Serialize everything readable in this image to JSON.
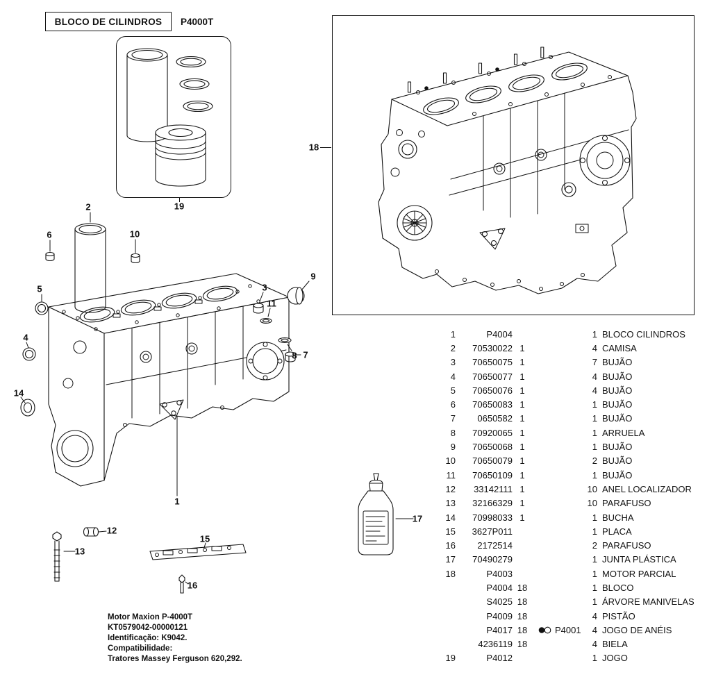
{
  "header": {
    "title": "BLOCO DE CILINDROS",
    "code": "P4000T"
  },
  "callouts": {
    "c1": "1",
    "c2": "2",
    "c3": "3",
    "c4": "4",
    "c5": "5",
    "c6": "6",
    "c7": "7",
    "c8": "8",
    "c9": "9",
    "c10": "10",
    "c11": "11",
    "c12": "12",
    "c13": "13",
    "c14": "14",
    "c15": "15",
    "c16": "16",
    "c17": "17",
    "c18": "18",
    "c19": "19"
  },
  "parts_table": {
    "rows": [
      {
        "item": "1",
        "part": "P4004",
        "ref": "",
        "extra": "",
        "icon": false,
        "qty": "1",
        "desc": "BLOCO CILINDROS"
      },
      {
        "item": "2",
        "part": "70530022",
        "ref": "1",
        "extra": "",
        "icon": false,
        "qty": "4",
        "desc": "CAMISA"
      },
      {
        "item": "3",
        "part": "70650075",
        "ref": "1",
        "extra": "",
        "icon": false,
        "qty": "7",
        "desc": "BUJÃO"
      },
      {
        "item": "4",
        "part": "70650077",
        "ref": "1",
        "extra": "",
        "icon": false,
        "qty": "4",
        "desc": "BUJÃO"
      },
      {
        "item": "5",
        "part": "70650076",
        "ref": "1",
        "extra": "",
        "icon": false,
        "qty": "4",
        "desc": "BUJÃO"
      },
      {
        "item": "6",
        "part": "70650083",
        "ref": "1",
        "extra": "",
        "icon": false,
        "qty": "1",
        "desc": "BUJÃO"
      },
      {
        "item": "7",
        "part": "0650582",
        "ref": "1",
        "extra": "",
        "icon": false,
        "qty": "1",
        "desc": "BUJÃO"
      },
      {
        "item": "8",
        "part": "70920065",
        "ref": "1",
        "extra": "",
        "icon": false,
        "qty": "1",
        "desc": "ARRUELA"
      },
      {
        "item": "9",
        "part": "70650068",
        "ref": "1",
        "extra": "",
        "icon": false,
        "qty": "1",
        "desc": "BUJÃO"
      },
      {
        "item": "10",
        "part": "70650079",
        "ref": "1",
        "extra": "",
        "icon": false,
        "qty": "2",
        "desc": "BUJÃO"
      },
      {
        "item": "11",
        "part": "70650109",
        "ref": "1",
        "extra": "",
        "icon": false,
        "qty": "1",
        "desc": "BUJÃO"
      },
      {
        "item": "12",
        "part": "33142111",
        "ref": "1",
        "extra": "",
        "icon": false,
        "qty": "10",
        "desc": "ANEL LOCALIZADOR"
      },
      {
        "item": "13",
        "part": "32166329",
        "ref": "1",
        "extra": "",
        "icon": false,
        "qty": "10",
        "desc": "PARAFUSO"
      },
      {
        "item": "14",
        "part": "70998033",
        "ref": "1",
        "extra": "",
        "icon": false,
        "qty": "1",
        "desc": "BUCHA"
      },
      {
        "item": "15",
        "part": "3627P011",
        "ref": "",
        "extra": "",
        "icon": false,
        "qty": "1",
        "desc": "PLACA"
      },
      {
        "item": "16",
        "part": "2172514",
        "ref": "",
        "extra": "",
        "icon": false,
        "qty": "2",
        "desc": "PARAFUSO"
      },
      {
        "item": "17",
        "part": "70490279",
        "ref": "",
        "extra": "",
        "icon": false,
        "qty": "1",
        "desc": "JUNTA PLÁSTICA"
      },
      {
        "item": "18",
        "part": "P4003",
        "ref": "",
        "extra": "",
        "icon": false,
        "qty": "1",
        "desc": "MOTOR PARCIAL"
      },
      {
        "item": "",
        "part": "P4004",
        "ref": "18",
        "extra": "",
        "icon": false,
        "qty": "1",
        "desc": "BLOCO"
      },
      {
        "item": "",
        "part": "S4025",
        "ref": "18",
        "extra": "",
        "icon": false,
        "qty": "1",
        "desc": "ÁRVORE MANIVELAS"
      },
      {
        "item": "",
        "part": "P4009",
        "ref": "18",
        "extra": "",
        "icon": false,
        "qty": "4",
        "desc": "PISTÃO"
      },
      {
        "item": "",
        "part": "P4017",
        "ref": "18",
        "extra": "P4001",
        "icon": true,
        "qty": "4",
        "desc": "JOGO DE ANÉIS"
      },
      {
        "item": "",
        "part": "4236119",
        "ref": "18",
        "extra": "",
        "icon": false,
        "qty": "4",
        "desc": "BIELA"
      },
      {
        "item": "19",
        "part": "P4012",
        "ref": "",
        "extra": "",
        "icon": false,
        "qty": "1",
        "desc": "JOGO"
      }
    ]
  },
  "footer": {
    "lines": [
      "Motor Maxion P-4000T",
      "KT0579042-00000121",
      "Identificação: K9042.",
      "Compatibilidade:",
      "Tratores Massey Ferguson 620,292."
    ]
  },
  "colors": {
    "ink": "#111111",
    "paper": "#ffffff"
  }
}
